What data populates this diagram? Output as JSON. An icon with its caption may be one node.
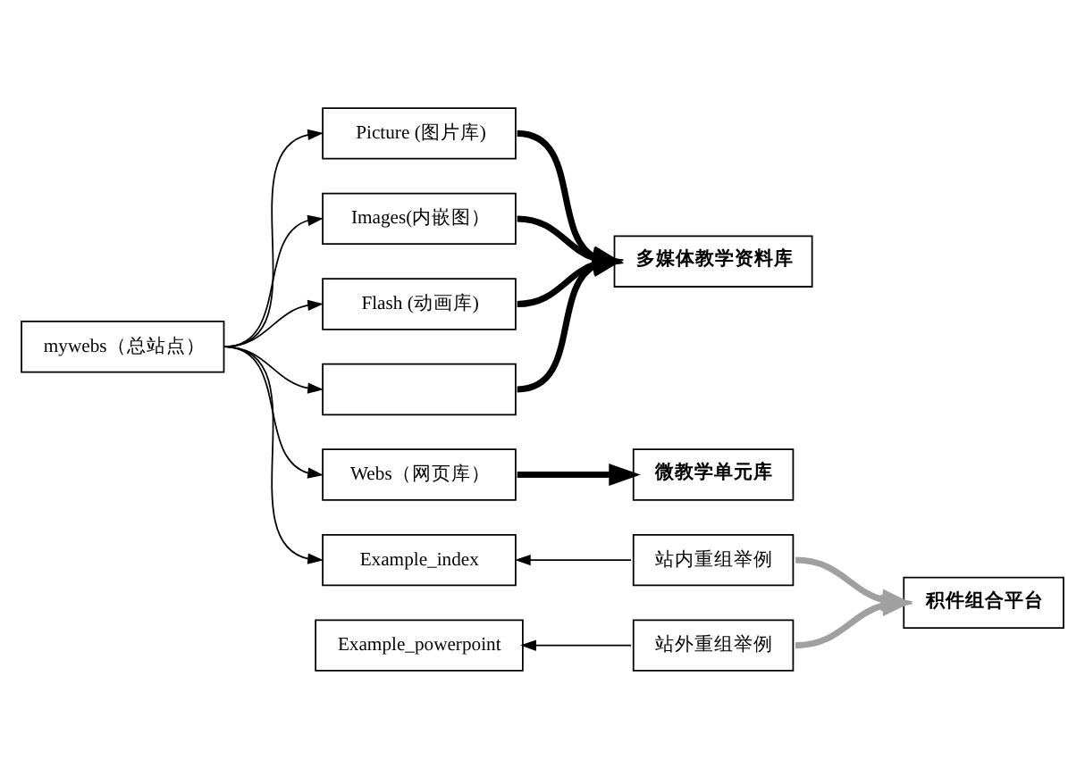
{
  "diagram": {
    "nodes": [
      {
        "text": [
          "mywebs（总站点）"
        ]
      },
      {
        "text": [
          "Picture (图片库)"
        ]
      },
      {
        "text": [
          "Images(内嵌图）"
        ]
      },
      {
        "text": [
          "Flash (动画库)"
        ]
      },
      {
        "text": [],
        "shape": "box"
      },
      {
        "text": [
          "Webs（网页库）"
        ]
      },
      {
        "text": [
          "Example_index"
        ]
      },
      {
        "text": [
          "Example_powerpoint"
        ]
      },
      {
        "text": [
          "多媒体教学资料库"
        ]
      },
      {
        "text": [
          "微教学单元库"
        ]
      },
      {
        "text": [
          "站内重组举例"
        ]
      },
      {
        "text": [
          "站外重组举例"
        ]
      },
      {
        "text": [
          "积件组合平台"
        ]
      }
    ],
    "edges": [
      {
        "from": 0,
        "to": 1,
        "arrow": "to"
      },
      {
        "from": 0,
        "to": 2,
        "arrow": "to"
      },
      {
        "from": 0,
        "to": 3,
        "arrow": "to"
      },
      {
        "from": 0,
        "to": 4,
        "arrow": "to"
      },
      {
        "from": 0,
        "to": 5,
        "arrow": "to"
      },
      {
        "from": 0,
        "to": 6,
        "arrow": "to"
      },
      {
        "from": 1,
        "to": 8,
        "arrow": "to",
        "style": "thick"
      },
      {
        "from": 2,
        "to": 8,
        "arrow": "to",
        "style": "thick"
      },
      {
        "from": 3,
        "to": 8,
        "arrow": "to",
        "style": "thick"
      },
      {
        "from": 4,
        "to": 8,
        "arrow": "to",
        "style": "thick"
      },
      {
        "from": 5,
        "to": 9,
        "arrow": "to",
        "style": "thick"
      },
      {
        "from": 10,
        "to": 6,
        "arrow": "to"
      },
      {
        "from": 11,
        "to": 7,
        "arrow": "to"
      },
      {
        "from": 10,
        "to": 12,
        "arrow": "to",
        "style": "thick",
        "color": "#a0a0a0"
      },
      {
        "from": 11,
        "to": 12,
        "arrow": "to",
        "style": "thick",
        "color": "#a0a0a0"
      }
    ]
  }
}
